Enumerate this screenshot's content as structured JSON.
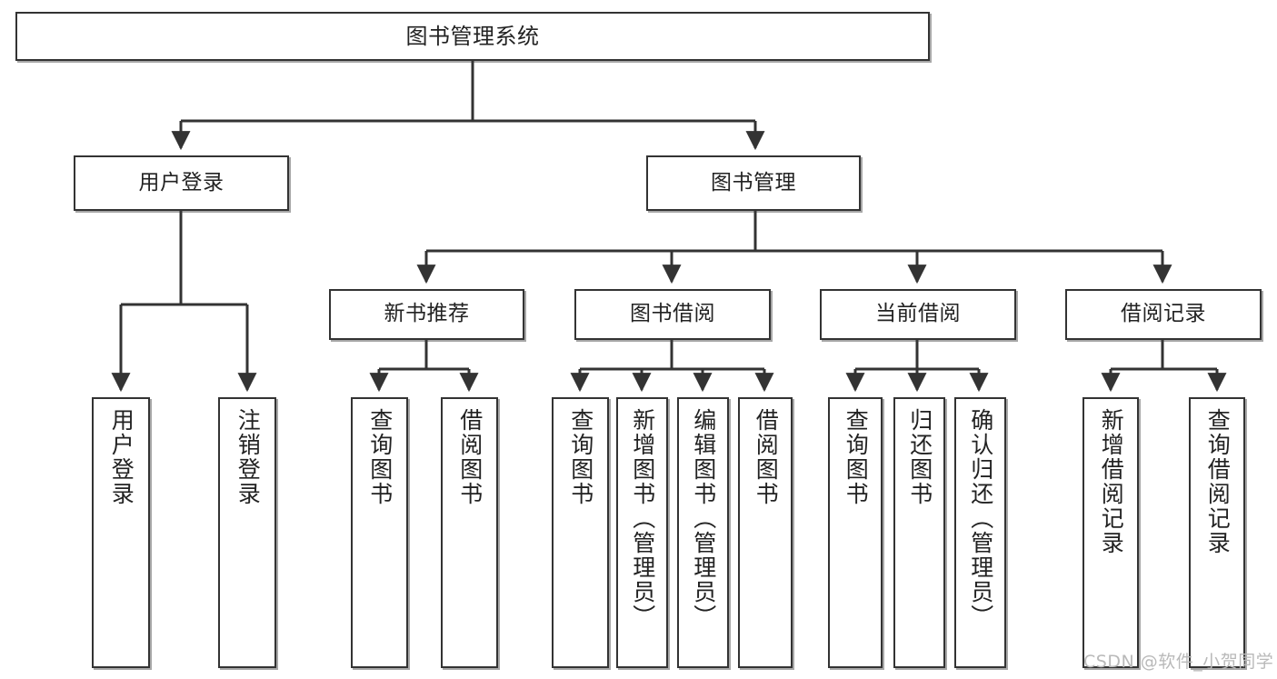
{
  "diagram": {
    "title": "图书管理系统",
    "watermark": "CSDN @软件_小贺同学",
    "box_border_color": "#333333",
    "box_fill_color": "#ffffff",
    "connector_color": "#333333"
  },
  "root": {
    "label": "图书管理系统"
  },
  "level1": [
    {
      "label": "用户登录"
    },
    {
      "label": "图书管理"
    }
  ],
  "level2": [
    {
      "label": "新书推荐"
    },
    {
      "label": "图书借阅"
    },
    {
      "label": "当前借阅"
    },
    {
      "label": "借阅记录"
    }
  ],
  "leaves": {
    "user_login": [
      {
        "label": "用户登录"
      },
      {
        "label": "注销登录"
      }
    ],
    "new_book_recommend": [
      {
        "label": "查询图书"
      },
      {
        "label": "借阅图书"
      }
    ],
    "book_borrow": [
      {
        "label": "查询图书"
      },
      {
        "label": "新增图书（管理员）"
      },
      {
        "label": "编辑图书（管理员）"
      },
      {
        "label": "借阅图书"
      }
    ],
    "current_borrow": [
      {
        "label": "查询图书"
      },
      {
        "label": "归还图书"
      },
      {
        "label": "确认归还（管理员）"
      }
    ],
    "borrow_record": [
      {
        "label": "新增借阅记录"
      },
      {
        "label": "查询借阅记录"
      }
    ]
  }
}
